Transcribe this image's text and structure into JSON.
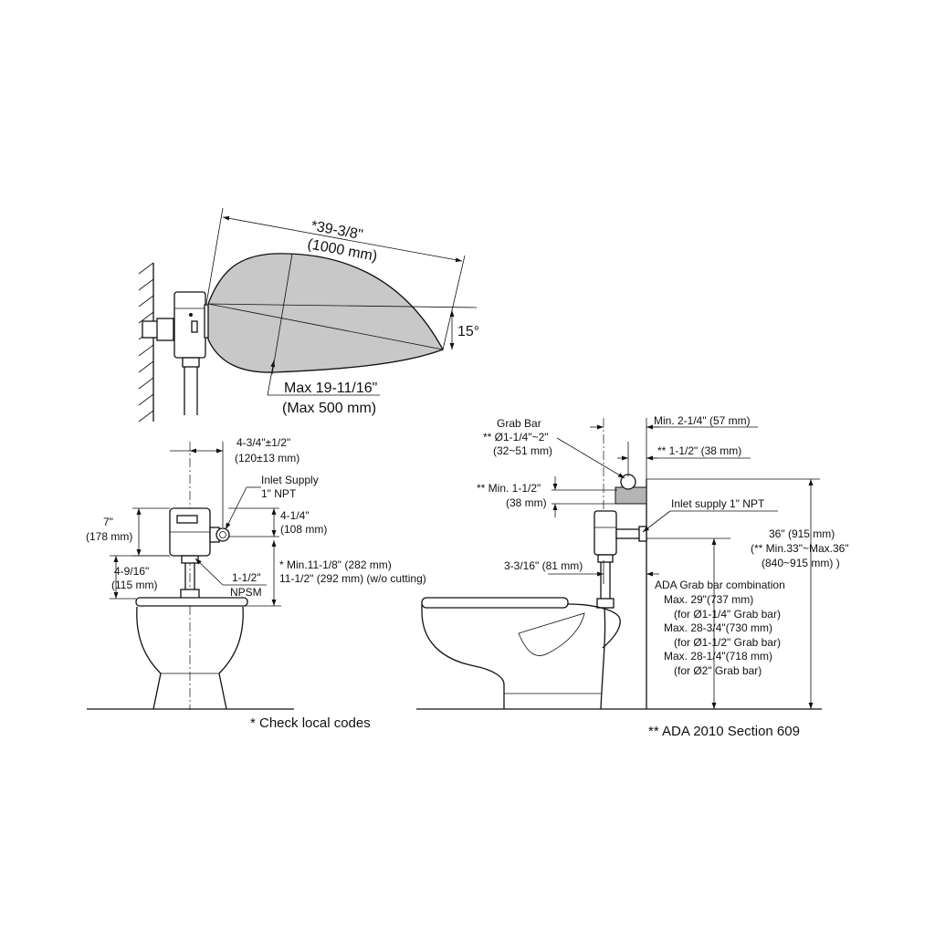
{
  "sensor_range": {
    "diagonal": "*39-3/8\"",
    "diagonal_mm": "(1000 mm)",
    "angle": "15°",
    "max": "Max 19-11/16\"",
    "max_mm": "(Max 500 mm)"
  },
  "front_view": {
    "offset": "4-3/4\"±1/2\"",
    "offset_mm": "(120±13 mm)",
    "inlet_supply": "Inlet Supply",
    "inlet_npt": "1\" NPT",
    "height": "7\"",
    "height_mm": "(178 mm)",
    "depth": "4-1/4\"",
    "depth_mm": "(108 mm)",
    "min_line1": "* Min.11-1/8\" (282 mm)",
    "min_line2": "11-1/2\" (292 mm) (w/o cutting)",
    "spud": "4-9/16\"",
    "spud_mm": "(115 mm)",
    "npsm_size": "1-1/2\"",
    "npsm": "NPSM",
    "note": "* Check local codes"
  },
  "side_view": {
    "grab_bar": "Grab Bar",
    "grab_dia": "** Ø1-1/4\"~2\"",
    "grab_dia_mm": "(32~51 mm)",
    "min_wall": "Min. 2-1/4\" (57 mm)",
    "bar_offset": "** 1-1/2\" (38 mm)",
    "min_gap": "** Min. 1-1/2\"",
    "min_gap_mm": "(38 mm)",
    "inlet": "Inlet supply 1\" NPT",
    "height": "36\" (915 mm)",
    "height_range": "(** Min.33\"~Max.36\"",
    "height_range_mm": "(840~915 mm) )",
    "spud": "3-3/16\" (81 mm)",
    "ada_title": "ADA Grab bar combination",
    "ada_1": "Max. 29\"(737 mm)",
    "ada_1b": "(for Ø1-1/4\" Grab bar)",
    "ada_2": "Max. 28-3/4\"(730 mm)",
    "ada_2b": "(for Ø1-1/2\" Grab bar)",
    "ada_3": "Max. 28-1/4\"(718 mm)",
    "ada_3b": "(for Ø2\" Grab bar)",
    "note": "** ADA 2010 Section 609"
  }
}
